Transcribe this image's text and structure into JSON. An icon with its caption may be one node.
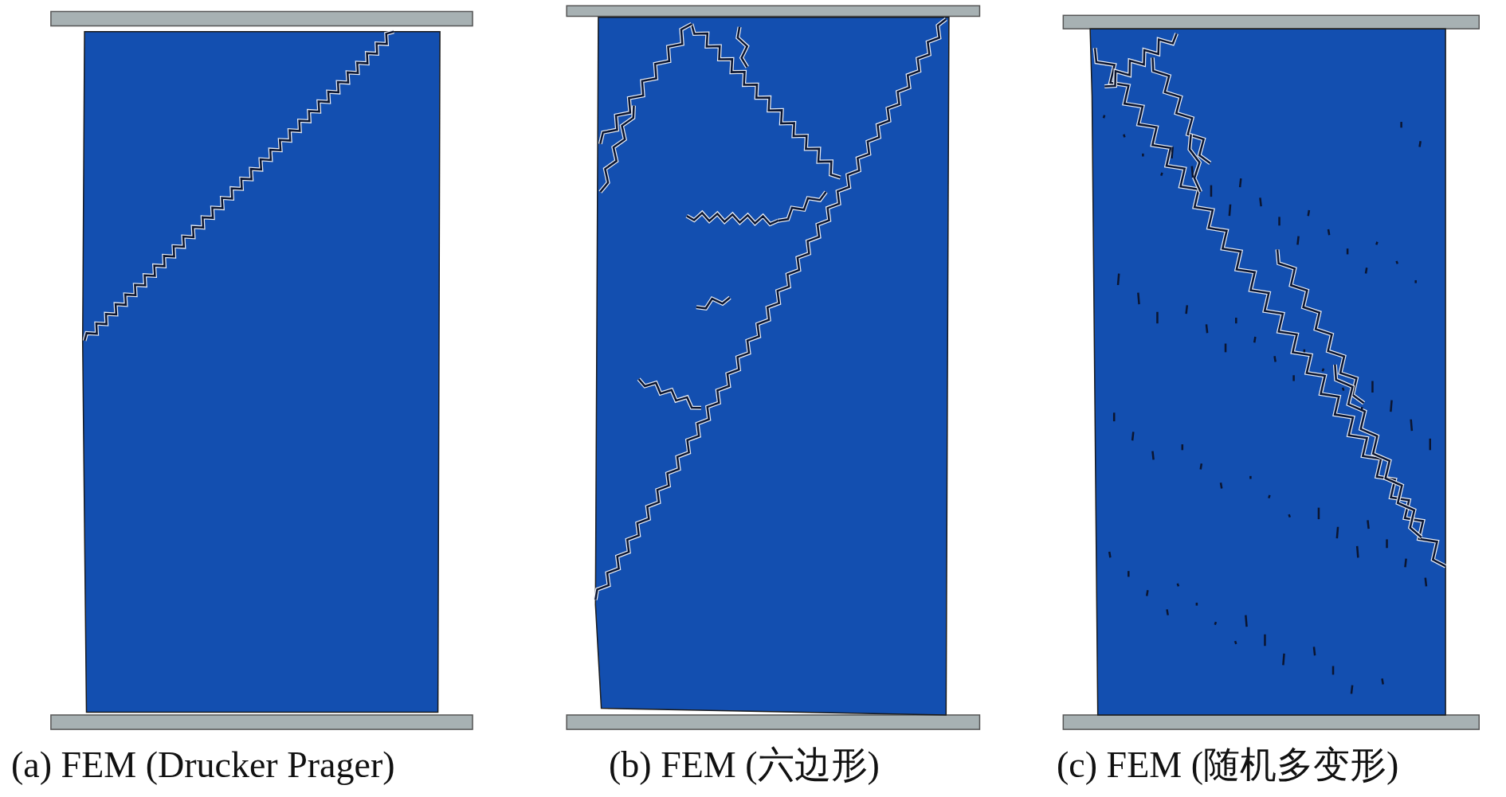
{
  "diagram": {
    "labels": [
      "(a) FEM (Drucker Prager)",
      "(b) FEM (六边形)",
      "(c) FEM (随机多变形)"
    ]
  }
}
